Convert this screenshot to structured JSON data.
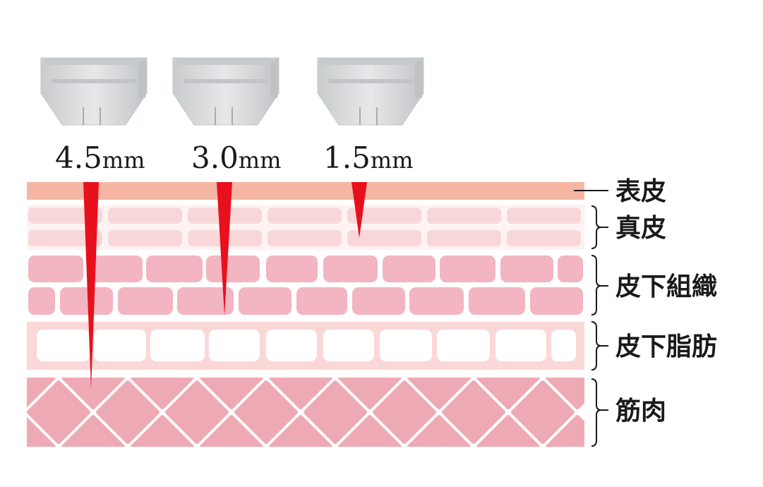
{
  "colors": {
    "epidermis": "#f5b7a3",
    "dermis_bg": "#fdf3f3",
    "dermis_cell": "#f9d7d9",
    "subq_cell": "#f2b5c1",
    "fat_bg": "#fbd8d8",
    "fat_cell": "#ffffff",
    "muscle": "#eeaab4",
    "needle": "#e8101d",
    "cartridge": "#d9dbdc",
    "cartridge_dark": "#b6b9bb",
    "line": "#1a1a1a"
  },
  "cartridges": [
    {
      "depth_number": "4.5",
      "unit": "mm",
      "depth_mm": 4.5
    },
    {
      "depth_number": "3.0",
      "unit": "mm",
      "depth_mm": 3.0
    },
    {
      "depth_number": "1.5",
      "unit": "mm",
      "depth_mm": 1.5
    }
  ],
  "layers": [
    {
      "label": "表皮"
    },
    {
      "label": "真皮"
    },
    {
      "label": "皮下組織"
    },
    {
      "label": "皮下脂肪"
    },
    {
      "label": "筋肉"
    }
  ]
}
